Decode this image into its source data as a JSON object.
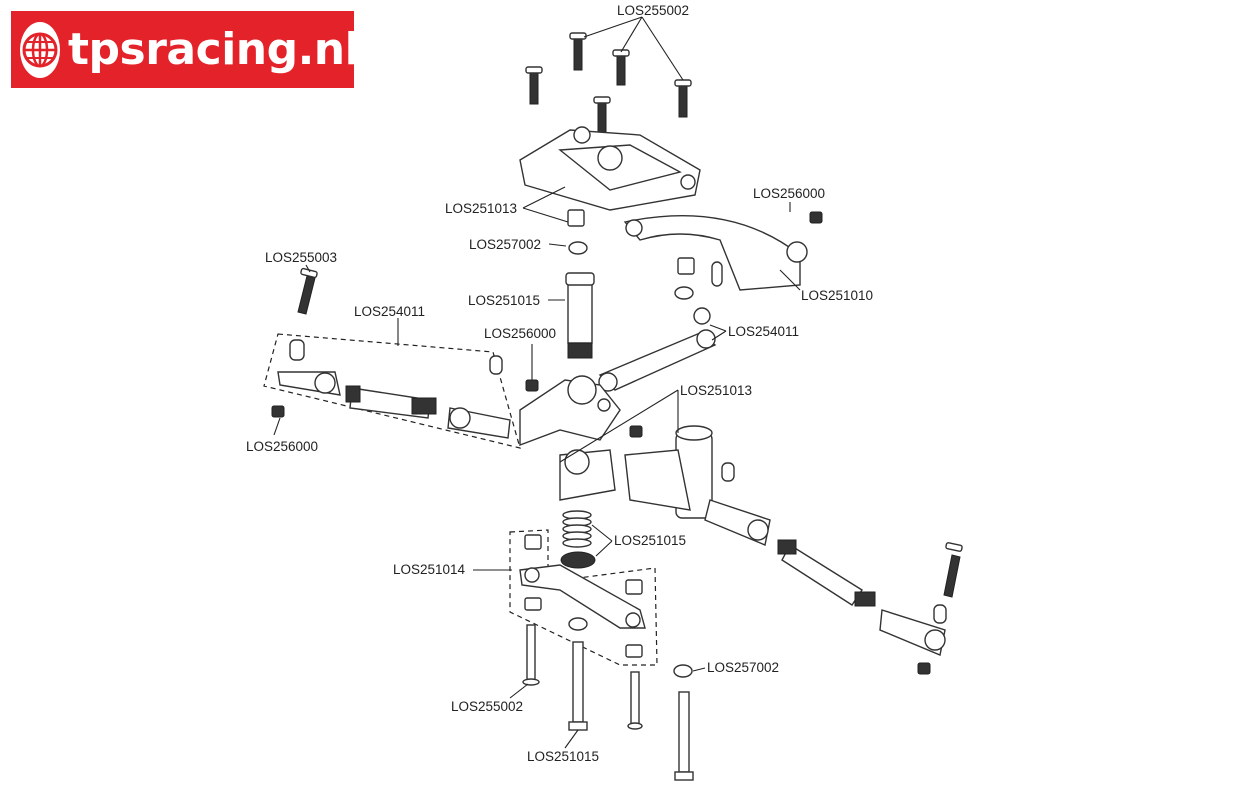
{
  "logo": {
    "text": "tpsracing.nl",
    "color": "#e42229"
  },
  "labels": {
    "screws_top": "LOS255002",
    "bushing_top": "LOS251013",
    "nut_right_top": "LOS256000",
    "spacer_top": "LOS257002",
    "screw_left": "LOS255003",
    "linkage_left": "LOS254011",
    "post_top": "LOS251015",
    "brace": "LOS251010",
    "linkage_right": "LOS254011",
    "nut_mid": "LOS256000",
    "bellcrank": "LOS251013",
    "nut_left": "LOS256000",
    "spring": "LOS251015",
    "drag_link": "LOS251014",
    "spacer_bottom": "LOS257002",
    "screw_bottom": "LOS255002",
    "post_bottom": "LOS251015"
  }
}
